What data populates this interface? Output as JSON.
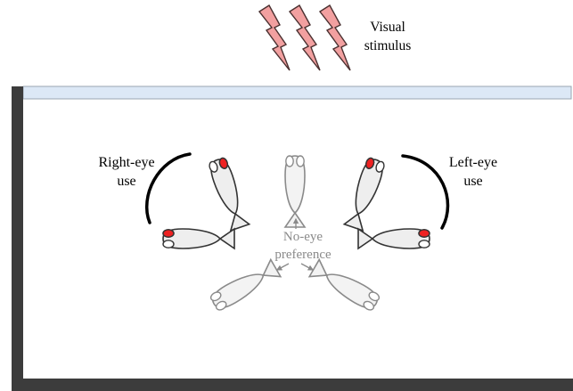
{
  "stimulus": {
    "line1": "Visual",
    "line2": "stimulus"
  },
  "right_eye": {
    "line1": "Right-eye",
    "line2": "use"
  },
  "left_eye": {
    "line1": "Left-eye",
    "line2": "use"
  },
  "no_eye": {
    "line1": "No-eye",
    "line2": "preference"
  },
  "colors": {
    "lightning_fill": "#f2a0a0",
    "lightning_stroke": "#4a3030",
    "water_surface": "#dce8f6",
    "tank_wall": "#3c3c3c",
    "eye_highlight": "#ee2222",
    "fish_fill": "#eeeeee",
    "fish_stroke_dark": "#333333",
    "fish_stroke_gray": "#8a8a8a",
    "arc": "#000000",
    "gray_text": "#8a8a8a"
  }
}
